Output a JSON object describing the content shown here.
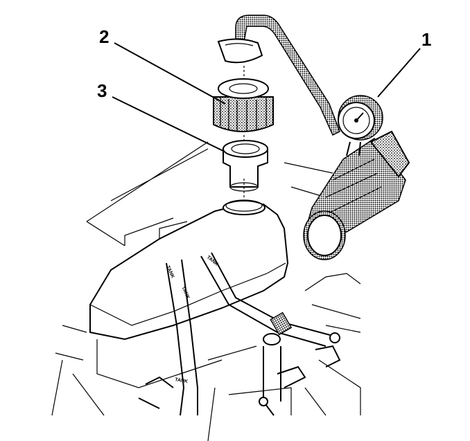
{
  "callouts": [
    {
      "number": "1"
    },
    {
      "number": "2"
    },
    {
      "number": "3"
    }
  ],
  "hose_labels": [
    "TANK",
    "TANK",
    "TANK",
    "TANK"
  ]
}
